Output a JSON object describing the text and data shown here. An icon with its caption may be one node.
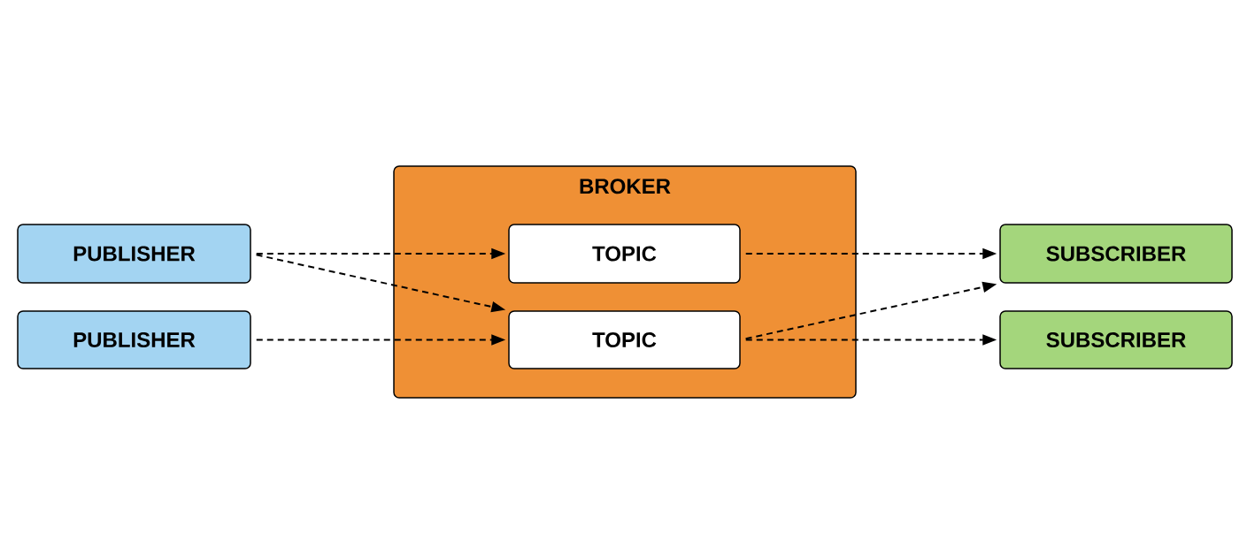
{
  "diagram": {
    "nodes": [
      {
        "text": [
          "PUBLISHER"
        ]
      },
      {
        "text": [
          "PUBLISHER"
        ]
      },
      {
        "text": [
          "BROKER"
        ]
      },
      {
        "text": [
          "TOPIC"
        ],
        "in": 2
      },
      {
        "text": [
          "TOPIC"
        ],
        "in": 2
      },
      {
        "text": [
          "SUBSCRIBER"
        ]
      },
      {
        "text": [
          "SUBSCRIBER"
        ]
      }
    ],
    "edges": [
      {
        "from": 0,
        "to": 3,
        "arrow": "to",
        "style": "dashed"
      },
      {
        "from": 0,
        "to": 4,
        "arrow": "to",
        "style": "dashed"
      },
      {
        "from": 1,
        "to": 4,
        "arrow": "to",
        "style": "dashed"
      },
      {
        "from": 3,
        "to": 5,
        "arrow": "to",
        "style": "dashed"
      },
      {
        "from": 4,
        "to": 5,
        "arrow": "to",
        "style": "dashed"
      },
      {
        "from": 4,
        "to": 6,
        "arrow": "to",
        "style": "dashed"
      }
    ]
  }
}
